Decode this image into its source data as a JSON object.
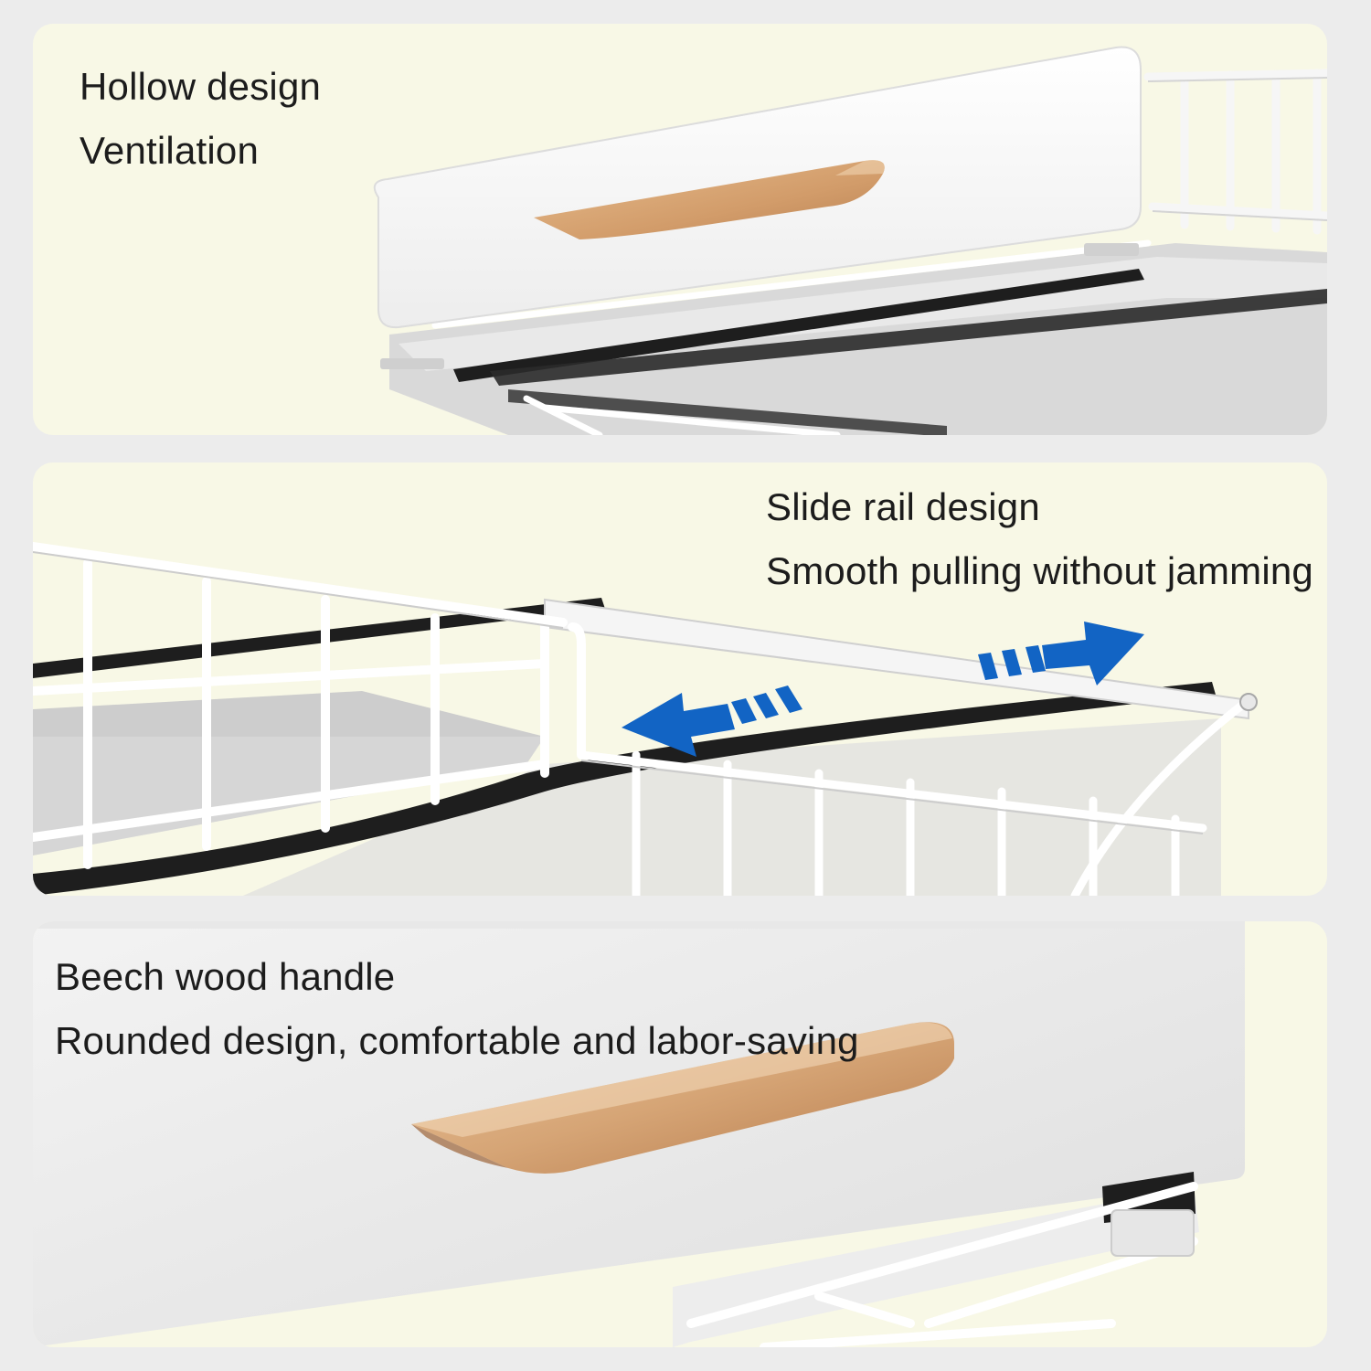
{
  "panels": [
    {
      "id": "hollow-ventilation",
      "lines": [
        "Hollow design",
        "Ventilation"
      ]
    },
    {
      "id": "slide-rail",
      "lines": [
        "Slide rail design",
        "Smooth pulling without jamming"
      ]
    },
    {
      "id": "beech-handle",
      "lines": [
        "Beech wood handle",
        "Rounded design, comfortable and labor-saving"
      ]
    }
  ],
  "colors": {
    "panel_background": "#f8f8e6",
    "page_background": "#ececec",
    "drawer_front": "#f4f4f4",
    "wood_handle": "#d6a576",
    "arrow_blue": "#1264c4",
    "rail_black": "#1e1e1e"
  },
  "icons": [
    "arrow-left-icon",
    "arrow-right-icon"
  ]
}
